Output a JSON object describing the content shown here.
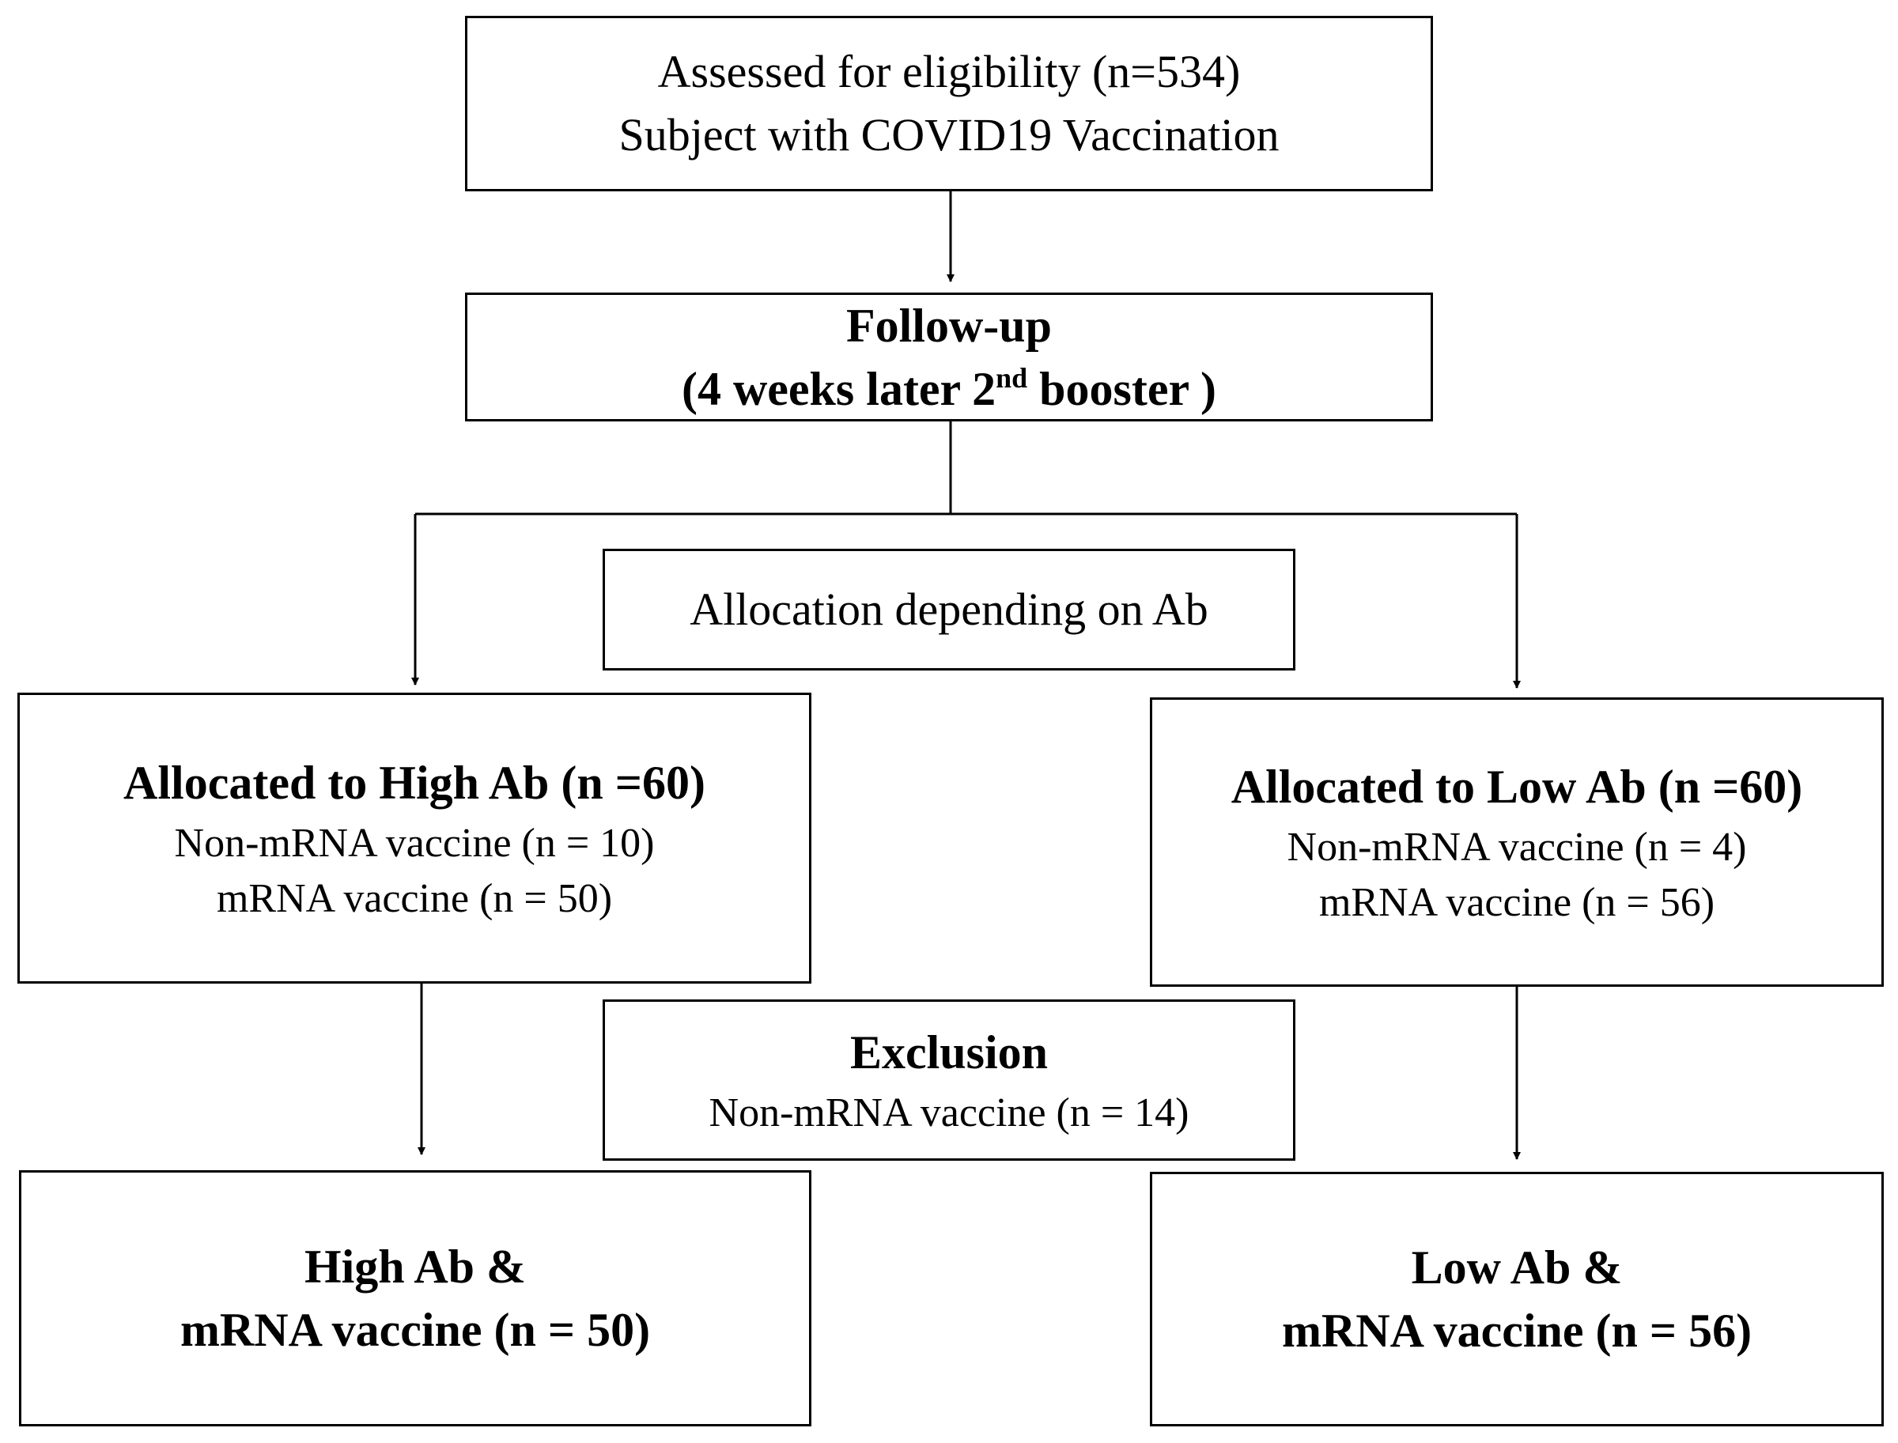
{
  "nodes": {
    "assessed": {
      "line1": "Assessed for eligibility (n=534)",
      "line2": "Subject with COVID19 Vaccination"
    },
    "followup": {
      "line1": "Follow-up",
      "line2_pre": "(4 weeks later 2",
      "line2_sup": "nd",
      "line2_post": " booster )"
    },
    "allocation": {
      "label": "Allocation depending on Ab"
    },
    "high_alloc": {
      "title": "Allocated to High Ab (n =60)",
      "item1": "Non-mRNA vaccine (n = 10)",
      "item2": "mRNA vaccine (n = 50)"
    },
    "low_alloc": {
      "title": "Allocated to Low Ab (n =60)",
      "item1": "Non-mRNA vaccine (n = 4)",
      "item2": "mRNA vaccine (n = 56)"
    },
    "exclusion": {
      "title": "Exclusion",
      "item1": "Non-mRNA vaccine (n = 14)"
    },
    "high_final": {
      "line1": "High Ab &",
      "line2": "mRNA vaccine (n = 50)"
    },
    "low_final": {
      "line1": "Low Ab &",
      "line2": "mRNA vaccine (n = 56)"
    }
  },
  "colors": {
    "stroke": "#000000",
    "background": "#ffffff"
  }
}
